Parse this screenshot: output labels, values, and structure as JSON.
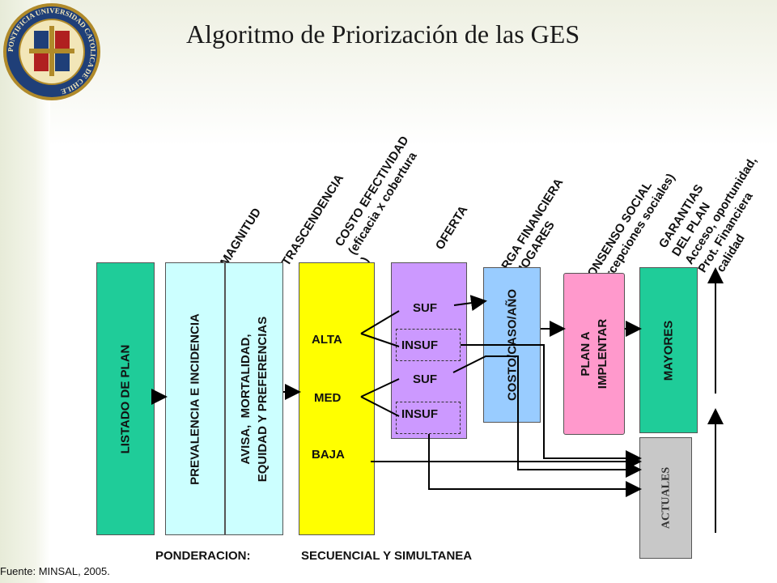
{
  "title": "Algoritmo de Priorización de las GES",
  "headers": {
    "magnitud": "MAGNITUD",
    "trascendencia": "TRASCENDENCIA",
    "costo": "COSTO EFECTIVIDAD\n(eficacia x cobertura\n)",
    "oferta": "OFERTA",
    "carga": "CARGA FINANCIERA\nEN HOGARES",
    "consenso": "CONSENSO SOCIAL\n(percepciones sociales)",
    "garantias": "GARANTIAS\nDEL PLAN\nAcceso, oportunidad,\nProt. Financiera\ny calidad"
  },
  "boxes": {
    "listado": "LISTADO DE PLAN",
    "prevalencia": "PREVALENCIA E INCIDENCIA",
    "avisa": "AVISA,  MORTALIDAD,\nEQUIDAD Y PREFERENCIAS",
    "costo_caso": "COSTO/CASO/AÑO",
    "plan": "PLAN A\nIMPLENTAR",
    "mayores": "MAYORES",
    "actuales": "ACTUALES"
  },
  "levels": {
    "alta": "ALTA",
    "med": "MED",
    "baja": "BAJA"
  },
  "oferta_items": {
    "suf1": "SUF",
    "insuf1": "INSUF",
    "suf2": "SUF",
    "insuf2": "INSUF"
  },
  "footer": {
    "ponderacion": "PONDERACION:",
    "secuencial": "SECUENCIAL Y SIMULTANEA",
    "fuente": "Fuente:  MINSAL,  2005."
  },
  "colors": {
    "green": "#1fcc99",
    "light_cyan": "#ccffff",
    "yellow": "#ffff00",
    "purple": "#cc99ff",
    "blue": "#99ccff",
    "pink": "#ff99cc",
    "gray": "#c8c8c8"
  },
  "logo": {
    "text": "PONTIFICIA UNIVERSIDAD CATOLICA DE CHILE",
    "icon": "university-seal-icon"
  }
}
